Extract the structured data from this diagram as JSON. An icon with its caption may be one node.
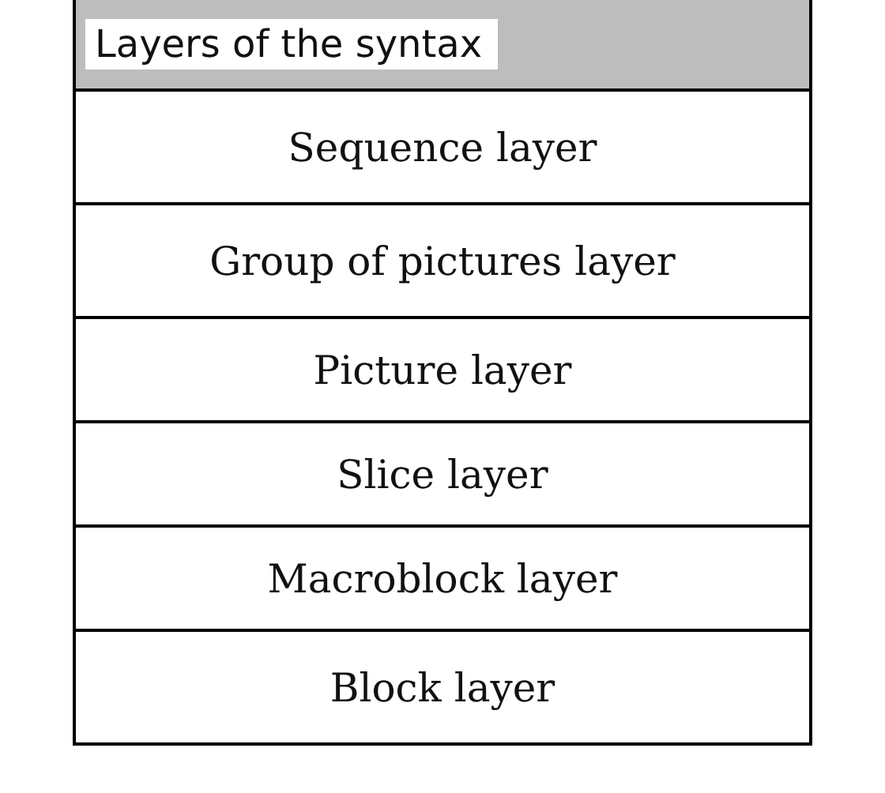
{
  "diagram": {
    "nodes": [
      {
        "text": [
          "Layers of the syntax"
        ]
      },
      {
        "text": [
          "Sequence layer"
        ]
      },
      {
        "text": [
          "Group of pictures layer"
        ]
      },
      {
        "text": [
          "Picture layer"
        ]
      },
      {
        "text": [
          "Slice layer"
        ]
      },
      {
        "text": [
          "Macroblock layer"
        ]
      },
      {
        "text": [
          "Block layer"
        ]
      }
    ]
  }
}
